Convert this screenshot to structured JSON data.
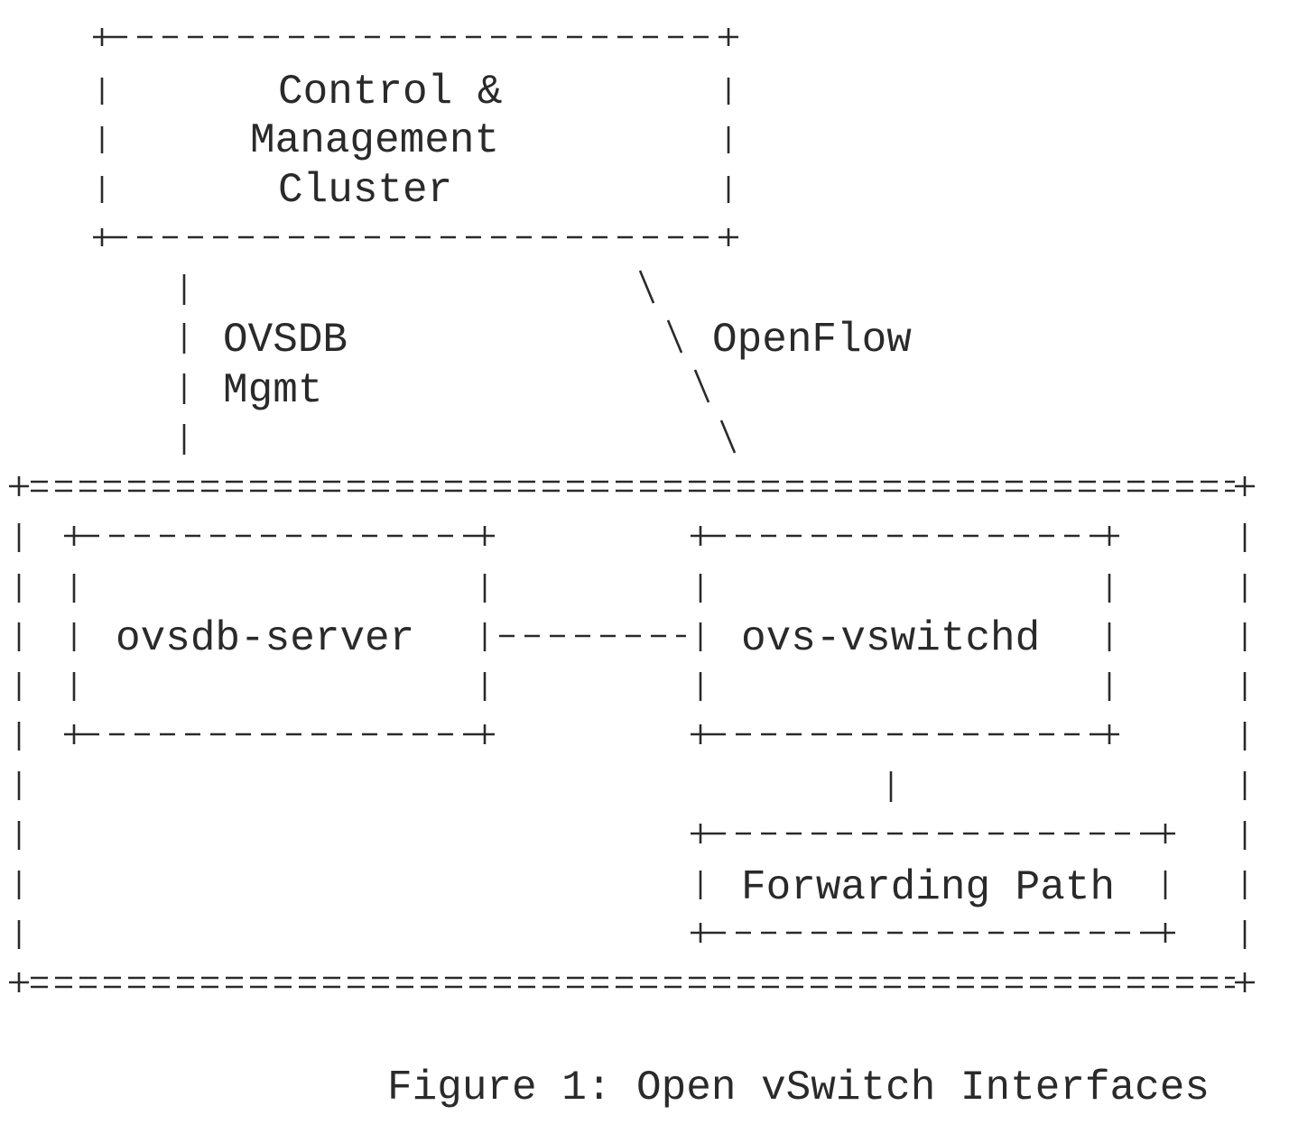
{
  "diagram": {
    "control_cluster": {
      "line1": "Control &",
      "line2": "Management",
      "line3": "Cluster"
    },
    "ovsdb_link": {
      "line1": "OVSDB",
      "line2": "Mgmt"
    },
    "openflow_link": {
      "label": "OpenFlow"
    },
    "ovsdb_server": {
      "label": "ovsdb-server"
    },
    "ovs_vswitchd": {
      "label": "ovs-vswitchd"
    },
    "forwarding_path": {
      "label": "Forwarding Path"
    }
  },
  "caption": "Figure 1: Open vSwitch Interfaces"
}
